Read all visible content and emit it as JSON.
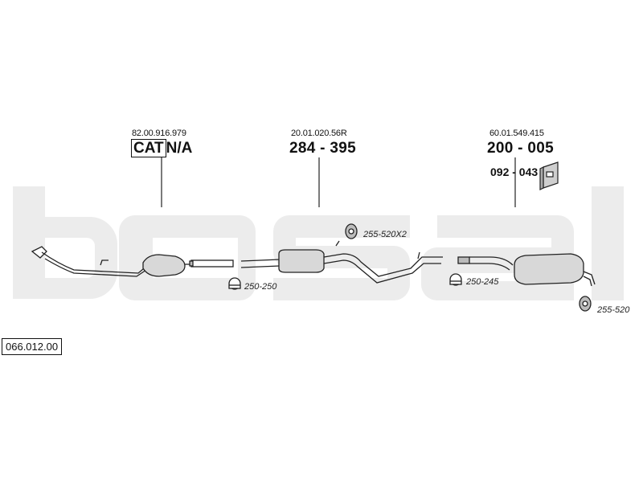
{
  "diagram_number": "066.012.00",
  "watermark_text": "bosal",
  "colors": {
    "line": "#222222",
    "watermark": "#e8e8e8",
    "part_fill": "#d4d4d4"
  },
  "sections": [
    {
      "oe_ref": "82.00.916.979",
      "part_cat": "CAT",
      "part_rest": "N/A"
    },
    {
      "oe_ref": "20.01.020.56R",
      "part": "284 - 395"
    },
    {
      "oe_ref": "60.01.549.415",
      "part": "200 - 005",
      "mount_part": "092 - 043",
      "mount_icon": "rubber-mount-icon"
    }
  ],
  "clamps": [
    {
      "label": "250-250",
      "icon": "clamp-icon"
    },
    {
      "label": "255-520X2",
      "icon": "hanger-icon"
    },
    {
      "label": "250-245",
      "icon": "clamp-icon"
    },
    {
      "label": "255-520",
      "icon": "hanger-icon"
    }
  ]
}
